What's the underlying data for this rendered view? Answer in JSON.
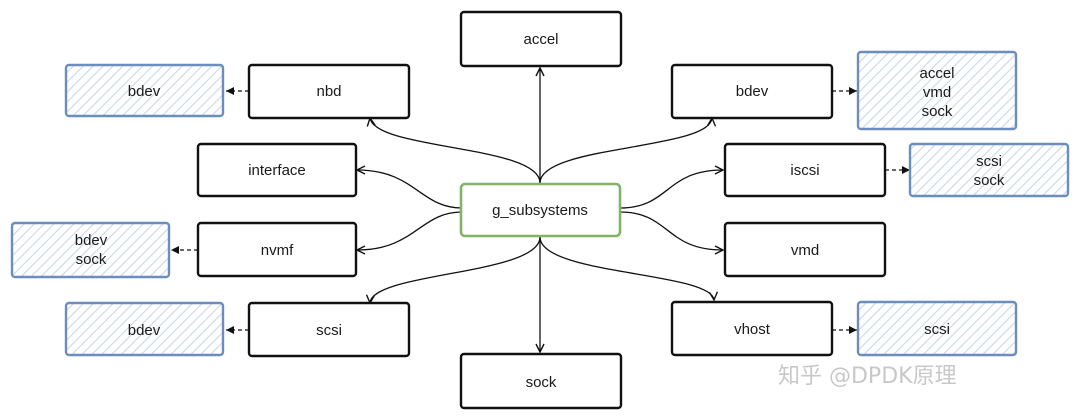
{
  "center": {
    "label": "g_subsystems"
  },
  "subsystems": [
    {
      "id": "accel",
      "label": "accel"
    },
    {
      "id": "nbd",
      "label": "nbd"
    },
    {
      "id": "bdev",
      "label": "bdev"
    },
    {
      "id": "interface",
      "label": "interface"
    },
    {
      "id": "iscsi",
      "label": "iscsi"
    },
    {
      "id": "nvmf",
      "label": "nvmf"
    },
    {
      "id": "vmd",
      "label": "vmd"
    },
    {
      "id": "scsi",
      "label": "scsi"
    },
    {
      "id": "vhost",
      "label": "vhost"
    },
    {
      "id": "sock",
      "label": "sock"
    }
  ],
  "dependencies": [
    {
      "id": "nbd-deps",
      "lines": [
        "bdev"
      ]
    },
    {
      "id": "bdev-deps",
      "lines": [
        "accel",
        "vmd",
        "sock"
      ]
    },
    {
      "id": "iscsi-deps",
      "lines": [
        "scsi",
        "sock"
      ]
    },
    {
      "id": "nvmf-deps",
      "lines": [
        "bdev",
        "sock"
      ]
    },
    {
      "id": "scsi-deps",
      "lines": [
        "bdev"
      ]
    },
    {
      "id": "vhost-deps",
      "lines": [
        "scsi"
      ]
    }
  ],
  "watermark": "知乎 @DPDK原理",
  "colors": {
    "center_stroke": "#82b366",
    "dep_stroke": "#6c8ebf",
    "dep_hatch": "#c9d7ea",
    "box_stroke": "#111111"
  }
}
